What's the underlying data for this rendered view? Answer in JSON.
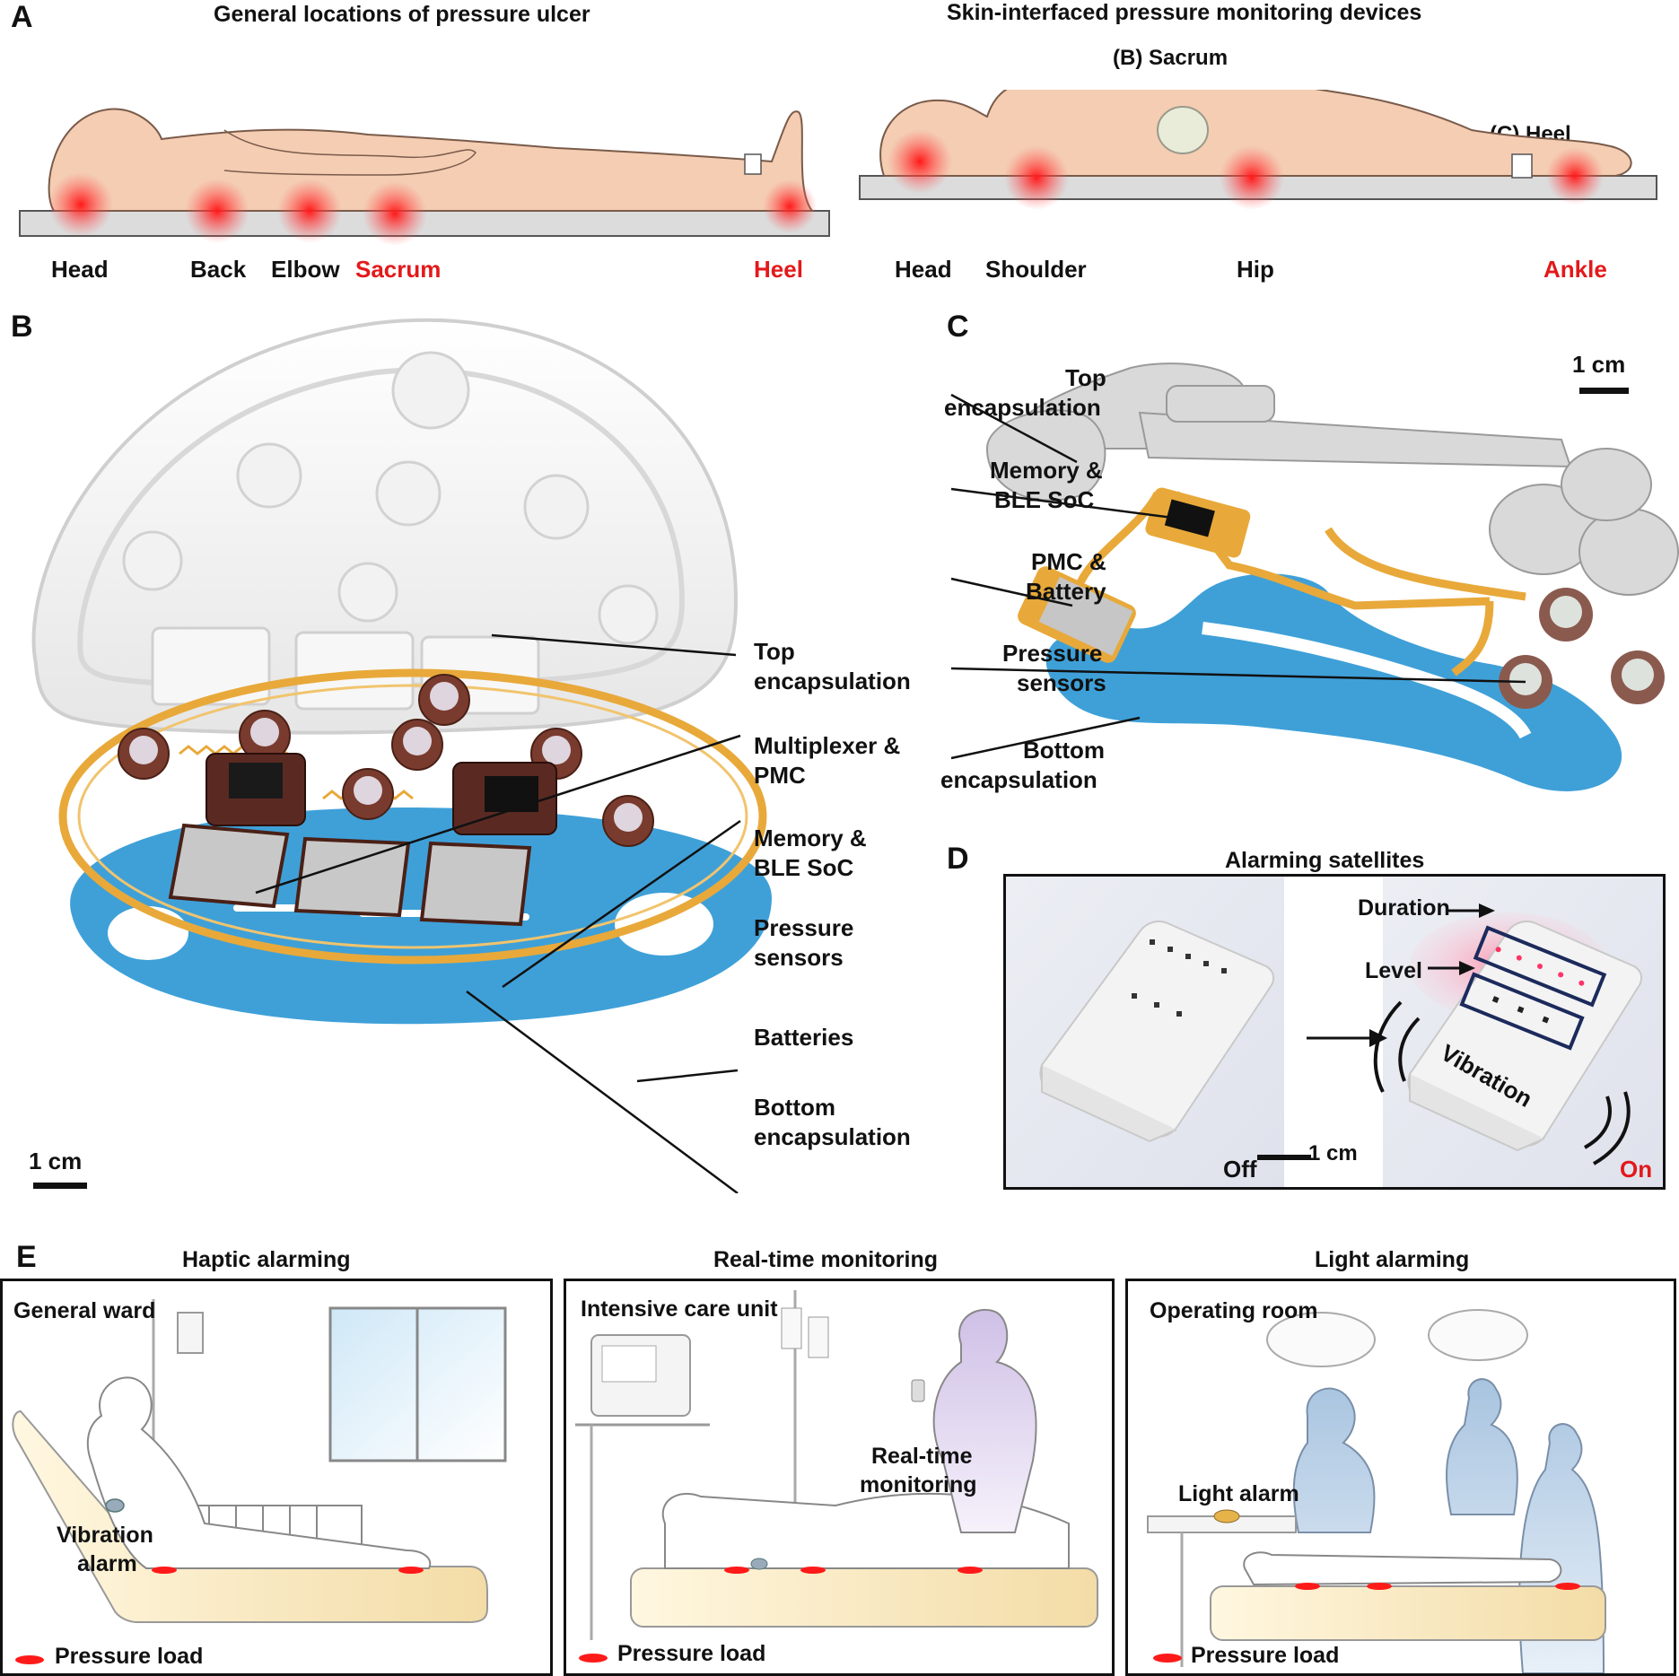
{
  "panel_a": {
    "letter": "A",
    "left_title": "General locations of pressure ulcer",
    "right_title": "Skin-interfaced pressure monitoring devices",
    "sacrum_device_label": "(B) Sacrum",
    "heel_device_label": "(C) Heel",
    "left_sites": [
      "Head",
      "Back",
      "Elbow",
      "Sacrum",
      "Heel"
    ],
    "right_sites": [
      "Head",
      "Shoulder",
      "Hip",
      "Ankle"
    ]
  },
  "panel_b": {
    "letter": "B",
    "labels": {
      "top_encap": [
        "Top",
        "encapsulation"
      ],
      "mux": [
        "Multiplexer &",
        "PMC"
      ],
      "memory": [
        "Memory &",
        "BLE SoC"
      ],
      "sensors": [
        "Pressure",
        "sensors"
      ],
      "batteries": "Batteries",
      "bottom_encap": [
        "Bottom",
        "encapsulation"
      ]
    },
    "scale_bar": "1 cm"
  },
  "panel_c": {
    "letter": "C",
    "scale_bar": "1 cm",
    "labels": {
      "top_encap": [
        "Top",
        "encapsulation"
      ],
      "memory": [
        "Memory &",
        "BLE SoC"
      ],
      "pmc": [
        "PMC &",
        "Battery"
      ],
      "sensors": [
        "Pressure",
        "sensors"
      ],
      "bottom_encap": [
        "Bottom",
        "encapsulation"
      ]
    }
  },
  "panel_d": {
    "letter": "D",
    "title": "Alarming satellites",
    "duration": "Duration",
    "level": "Level",
    "vibration": "Vibration",
    "off": "Off",
    "on": "On",
    "scale_bar": "1 cm"
  },
  "panel_e": {
    "letter": "E",
    "scenes": [
      {
        "title": "Haptic alarming",
        "setting": "General ward",
        "callout": [
          "Vibration",
          "alarm"
        ],
        "legend": "Pressure load"
      },
      {
        "title": "Real-time monitoring",
        "setting": "Intensive care unit",
        "callout": [
          "Real-time",
          "monitoring"
        ],
        "legend": "Pressure load"
      },
      {
        "title": "Light alarming",
        "setting": "Operating room",
        "callout": [
          "Light alarm"
        ],
        "legend": "Pressure load"
      }
    ]
  },
  "colors": {
    "skin": "#f4cdb3",
    "skin_outline": "#7a5b4a",
    "hotspot": "#ff2020",
    "alert_red": "#e3191b",
    "blue_encap": "#3fa0d8",
    "orange_circuit": "#e8a93a",
    "navy_box": "#1c2a5c"
  }
}
